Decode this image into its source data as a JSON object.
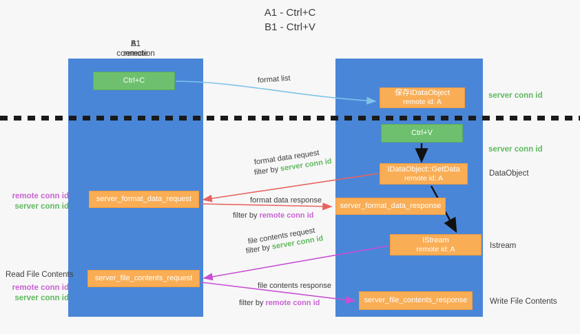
{
  "title": {
    "line1": "A1 - Ctrl+C",
    "line2": "B1 - Ctrl+V"
  },
  "lanes": [
    {
      "name": "A1",
      "subtitle": "remote",
      "color": "#4a86d8"
    },
    {
      "name": "B1",
      "subtitle": "connection",
      "color": "#4a86d8"
    }
  ],
  "nodes": {
    "ctrl_c": {
      "label": "Ctrl+C",
      "color": "#6ec06e"
    },
    "ctrl_v": {
      "label": "Ctrl+V",
      "color": "#6ec06e"
    },
    "idataobject": {
      "line1": "保存IDataObject",
      "line2": "remote id: A",
      "color": "#f9ad55"
    },
    "getdata": {
      "line1": "IDataObject::GetData",
      "line2": "remote id: A",
      "color": "#f9ad55"
    },
    "istream": {
      "line1": "IStream",
      "line2": "remote id: A",
      "color": "#f9ad55"
    },
    "server_format_data_request": {
      "label": "server_format_data_request",
      "color": "#f9ad55"
    },
    "server_format_data_response": {
      "label": "server_format_data_response",
      "color": "#f9ad55"
    },
    "server_file_contents_request": {
      "label": "server_file_contents_request",
      "color": "#f9ad55"
    },
    "server_file_contents_response": {
      "label": "server_file_contents_response",
      "color": "#f9ad55"
    }
  },
  "annotations": {
    "format_list": "format list",
    "format_data_request": "format data request",
    "format_data_request_filter_prefix": "filter by ",
    "format_data_request_filter_value": "server conn id",
    "format_data_response": "format data response",
    "format_data_response_filter_prefix": "filter by ",
    "format_data_response_filter_value": "remote conn id",
    "file_contents_request": "file contents request",
    "file_contents_request_filter_prefix": "filter by ",
    "file_contents_request_filter_value": "server conn id",
    "file_contents_response": "file contents response",
    "file_contents_response_filter_prefix": "filter by ",
    "file_contents_response_filter_value": "remote conn id"
  },
  "side_labels": {
    "server_conn_id_top": "server conn id",
    "server_conn_id_mid": "server conn id",
    "dataobject": "DataObject",
    "istream": "Istream",
    "write_file_contents": "Write File Contents",
    "read_file_contents": "Read File Contents",
    "remote_conn_id_a": "remote conn id",
    "server_conn_id_a": "server conn id",
    "remote_conn_id_b": "remote conn id",
    "server_conn_id_b": "server conn id"
  },
  "colors": {
    "lane": "#4a86d8",
    "green_node": "#6ec06e",
    "orange_node": "#f9ad55",
    "server_conn_id": "#5fb85f",
    "remote_conn_id": "#c864d2",
    "arrow_format_list": "#7fc3ea",
    "arrow_format_data": "#e8635f",
    "arrow_file_contents": "#c84fd4",
    "arrow_internal": "#000000",
    "divider": "#1a1a1a",
    "background": "#f7f7f7"
  }
}
